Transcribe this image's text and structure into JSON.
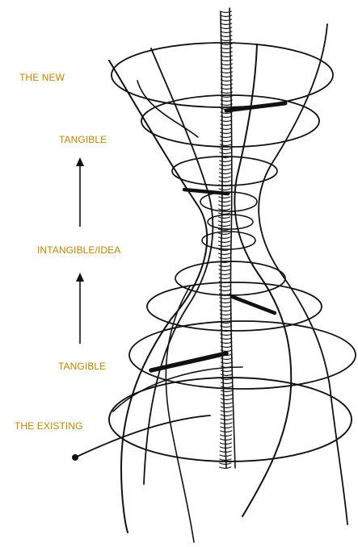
{
  "labels": {
    "the_new": "THE NEW",
    "tangible_top": "TANGIBLE",
    "intangible": "INTANGIBLE/IDEA",
    "tangible_bottom": "TANGIBLE",
    "the_existing": "THE EXISTING"
  },
  "colors": {
    "label_text": "#b8860b",
    "ink": "#111111"
  },
  "icons": [
    "up-arrow-icon",
    "up-arrow-icon"
  ]
}
